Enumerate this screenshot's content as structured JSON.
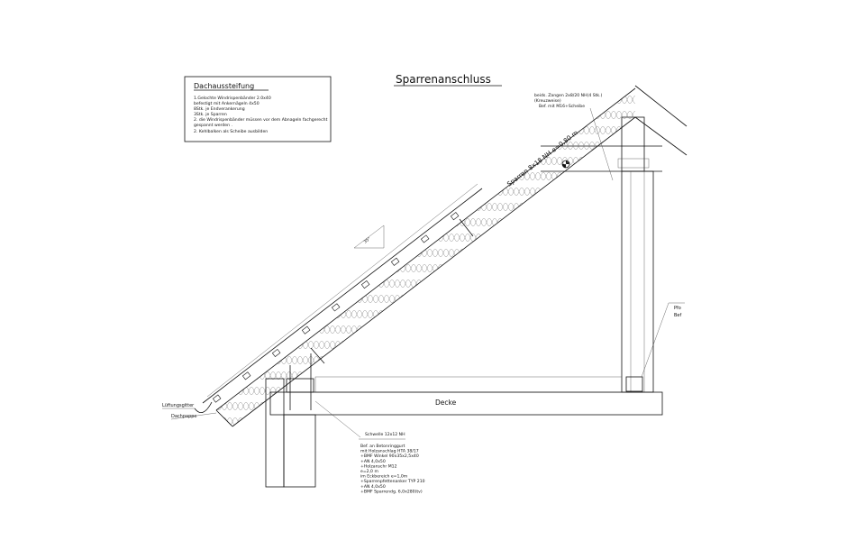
{
  "title": "Sparrenanschluss",
  "info_box": {
    "heading": "Dachaussteifung",
    "lines": [
      "1.Gelochte Windrispenbänder 2.0x40",
      "befestigt mit Ankernägeln 4x50",
      "8Stk. je Endverankerung",
      "3Stk. je Sparren",
      "2. die Windrispenbänder müssen vor dem Abnageln fachgerecht",
      "gespannt werden .",
      "2. Kehlbalken als Scheibe ausbilden"
    ]
  },
  "ridge_note": [
    "beids. Zangen 2x8/20 NH(4 Stk.)",
    "(Kreuzweise)",
    "Bef. mit M16+Scheibe"
  ],
  "rafter_label": "Sparren 8x18 NH e=0,80 m",
  "slope_angle": "35°",
  "ceiling_label": "Decke",
  "left_labels": [
    "Lüftungsgitter",
    "Dachpappe"
  ],
  "sill_label": "Schwelle 12x12 NH",
  "connection_notes": [
    "Bef. an Betonringgurt",
    "mit Holzanschlag HTA 38/17",
    "+BMF Winkel 90x35x2,5x40",
    "+AN 4,0x50",
    "+Holzanschr M12",
    "e=2,0 m",
    "im Eckbereich e=1,0m",
    "+Sparrenpfettenanker TYP 210",
    "+AN 4,0x50",
    "+BMF Sparrendg. 6,0x280(tv)"
  ],
  "post_labels": [
    "Pfo",
    "Bef"
  ]
}
